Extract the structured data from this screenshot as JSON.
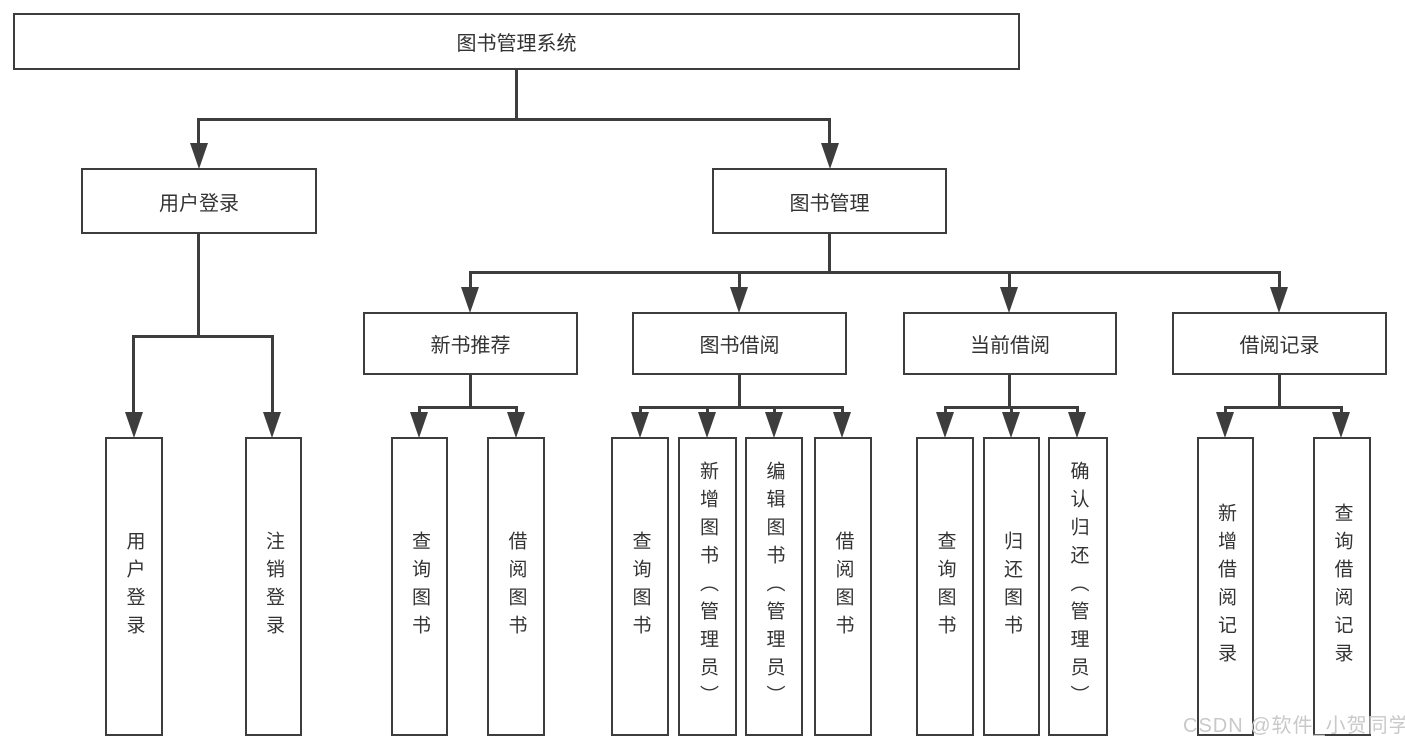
{
  "diagram": {
    "title": "图书管理系统",
    "tree": {
      "label": "图书管理系统",
      "children": [
        {
          "label": "用户登录",
          "children": [
            {
              "label": "用户登录"
            },
            {
              "label": "注销登录"
            }
          ]
        },
        {
          "label": "图书管理",
          "children": [
            {
              "label": "新书推荐",
              "children": [
                {
                  "label": "查询图书"
                },
                {
                  "label": "借阅图书"
                }
              ]
            },
            {
              "label": "图书借阅",
              "children": [
                {
                  "label": "查询图书"
                },
                {
                  "label": "新增图书（管理员）"
                },
                {
                  "label": "编辑图书（管理员）"
                },
                {
                  "label": "借阅图书"
                }
              ]
            },
            {
              "label": "当前借阅",
              "children": [
                {
                  "label": "查询图书"
                },
                {
                  "label": "归还图书"
                },
                {
                  "label": "确认归还（管理员）"
                }
              ]
            },
            {
              "label": "借阅记录",
              "children": [
                {
                  "label": "新增借阅记录"
                },
                {
                  "label": "查询借阅记录"
                }
              ]
            }
          ]
        }
      ]
    },
    "watermark": "CSDN @软件_小贺同学",
    "colors": {
      "line": "#3d3d3d",
      "text": "#333333",
      "watermark": "#c9c9c9",
      "background": "#ffffff"
    }
  }
}
